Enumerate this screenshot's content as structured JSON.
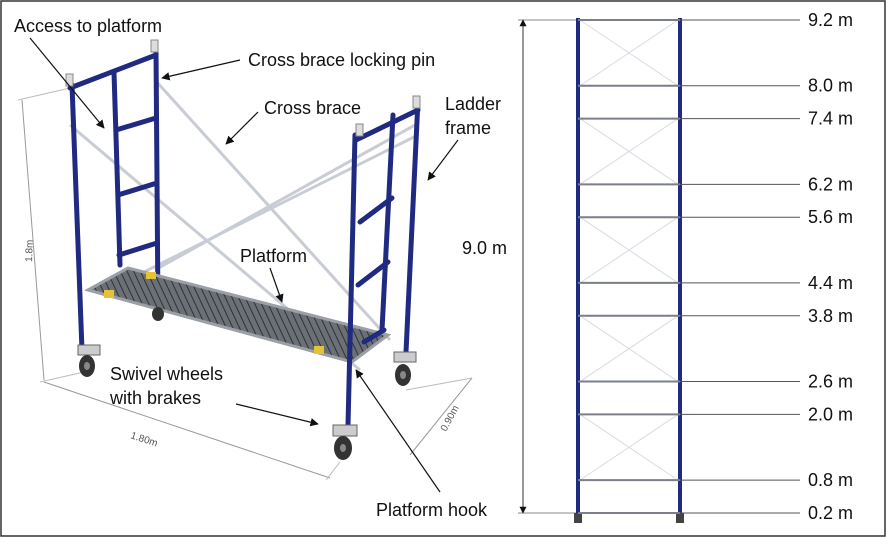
{
  "labels": {
    "access": "Access to platform",
    "pin": "Cross brace locking pin",
    "brace": "Cross brace",
    "ladder1": "Ladder",
    "ladder2": "frame",
    "platform": "Platform",
    "wheels1": "Swivel wheels",
    "wheels2": "with brakes",
    "hook": "Platform hook"
  },
  "dimensions": {
    "height": "1.8m",
    "length": "1.80m",
    "width": "0.90m",
    "total": "9.0 m"
  },
  "levels": [
    {
      "label": "9.2 m",
      "value": 9.2
    },
    {
      "label": "8.0 m",
      "value": 8.0
    },
    {
      "label": "7.4 m",
      "value": 7.4
    },
    {
      "label": "6.2 m",
      "value": 6.2
    },
    {
      "label": "5.6 m",
      "value": 5.6
    },
    {
      "label": "4.4 m",
      "value": 4.4
    },
    {
      "label": "3.8 m",
      "value": 3.8
    },
    {
      "label": "2.6 m",
      "value": 2.6
    },
    {
      "label": "2.0 m",
      "value": 2.0
    },
    {
      "label": "0.8 m",
      "value": 0.8
    },
    {
      "label": "0.2 m",
      "value": 0.2
    }
  ],
  "colors": {
    "frame": "#1f2a80",
    "brace": "#c8ccd4",
    "platform": "#555a60",
    "border": "#333333"
  }
}
